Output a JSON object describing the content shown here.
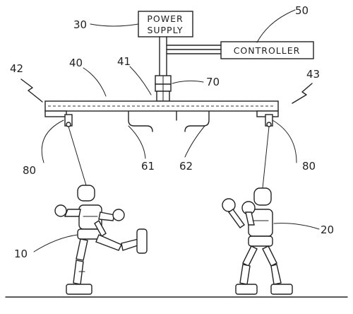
{
  "boxes": {
    "power_supply_line1": "POWER",
    "power_supply_line2": "SUPPLY",
    "controller": "CONTROLLER"
  },
  "refs": {
    "power_supply": "30",
    "controller": "50",
    "left_end": "42",
    "beam": "40",
    "beam_joint": "41",
    "right_end": "43",
    "coupler": "70",
    "left_pulley": "80",
    "rail_left": "61",
    "rail_right": "62",
    "right_pulley": "80",
    "robot_left": "10",
    "robot_right": "20"
  }
}
